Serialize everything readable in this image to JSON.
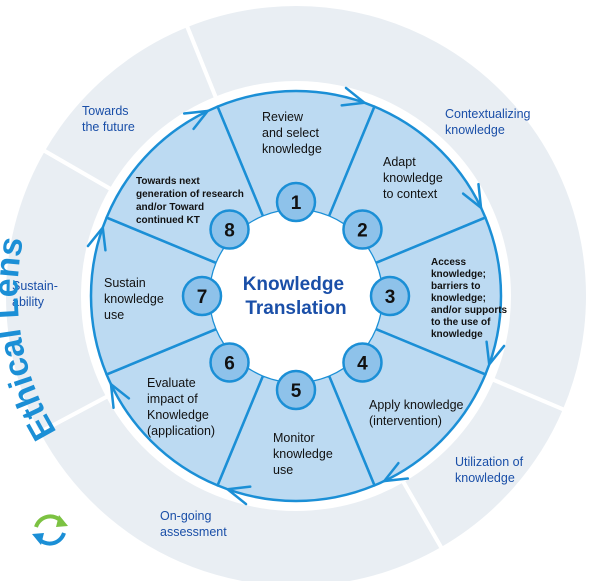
{
  "title": "Ethical Lens",
  "center_label": [
    "Knowledge",
    "Translation"
  ],
  "colors": {
    "accent": "#1b8fd6",
    "outer_ring": "#e9eef3",
    "segment_fill": "#bcdaf2",
    "number_fill": "#8ec2ea",
    "label_blue": "#1a4fa8",
    "cycle_green": "#7cc242",
    "cycle_blue": "#1b8fd6"
  },
  "steps": [
    {
      "number": "1",
      "lines": [
        "Review",
        "and select",
        "knowledge"
      ]
    },
    {
      "number": "2",
      "lines": [
        "Adapt",
        "knowledge",
        "to context"
      ]
    },
    {
      "number": "3",
      "lines": [
        "Access",
        "knowledge;",
        "barriers to",
        "knowledge;",
        "and/or supports",
        "to the use of",
        "knowledge"
      ]
    },
    {
      "number": "4",
      "lines": [
        "Apply knowledge",
        "(intervention)"
      ]
    },
    {
      "number": "5",
      "lines": [
        "Monitor",
        "knowledge",
        "use"
      ]
    },
    {
      "number": "6",
      "lines": [
        "Evaluate",
        "impact of",
        "Knowledge",
        "(application)"
      ]
    },
    {
      "number": "7",
      "lines": [
        "Sustain",
        "knowledge",
        "use"
      ]
    },
    {
      "number": "8",
      "lines": [
        "Towards next",
        "generation of research",
        "and/or Toward",
        "continued KT"
      ]
    }
  ],
  "phases": [
    {
      "lines": [
        "Contextualizing",
        "knowledge"
      ]
    },
    {
      "lines": [
        "Utilization of",
        "knowledge"
      ]
    },
    {
      "lines": [
        "On-going",
        "assessment"
      ]
    },
    {
      "lines": [
        "Sustain-",
        "ability"
      ]
    },
    {
      "lines": [
        "Towards",
        "the future"
      ]
    }
  ],
  "cycle_icon": "refresh-cycle-icon"
}
